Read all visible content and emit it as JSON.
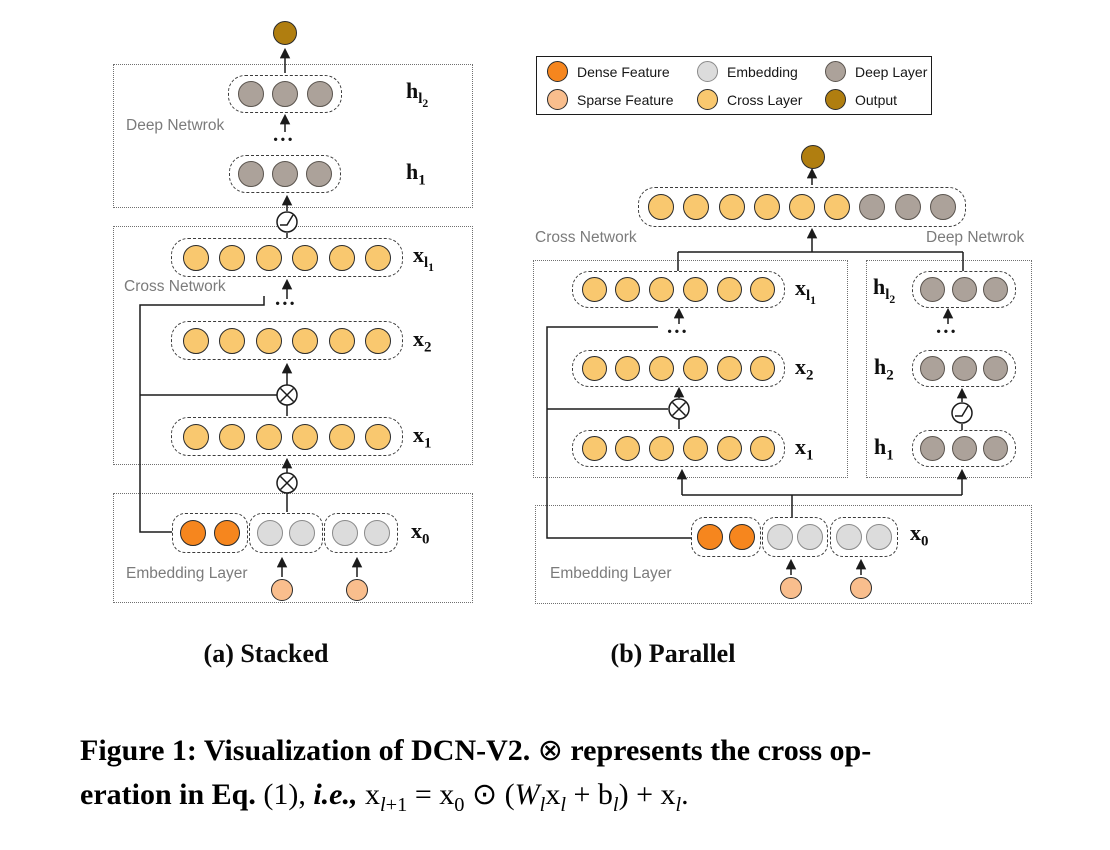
{
  "colors": {
    "dense": "#F6861E",
    "sparse": "#F9BE8D",
    "embedding": "#DCDCDC",
    "cross": "#F9C86F",
    "deep": "#ACA29A",
    "output": "#B07E10"
  },
  "legend": {
    "items": [
      {
        "label": "Dense Feature",
        "color": "dense"
      },
      {
        "label": "Embedding",
        "color": "embedding"
      },
      {
        "label": "Deep Layer",
        "color": "deep"
      },
      {
        "label": "Sparse Feature",
        "color": "sparse"
      },
      {
        "label": "Cross Layer",
        "color": "cross"
      },
      {
        "label": "Output",
        "color": "output"
      }
    ]
  },
  "panel_a": {
    "caption": "(a) Stacked",
    "deep_label": "Deep Netwrok",
    "cross_label": "Cross Network",
    "embed_label": "Embedding Layer",
    "dots": "...",
    "output_node": [
      "output"
    ],
    "rows": {
      "h_l2": {
        "label": {
          "base": "h",
          "sub": "l",
          "sub2": "2"
        },
        "nodes": [
          "deep",
          "deep",
          "deep"
        ]
      },
      "h_1": {
        "label": {
          "base": "h",
          "sub": "1"
        },
        "nodes": [
          "deep",
          "deep",
          "deep"
        ]
      },
      "x_l1": {
        "label": {
          "base": "x",
          "sub": "l",
          "sub2": "1"
        },
        "nodes": [
          "cross",
          "cross",
          "cross",
          "cross",
          "cross",
          "cross"
        ]
      },
      "x_2": {
        "label": {
          "base": "x",
          "sub": "2"
        },
        "nodes": [
          "cross",
          "cross",
          "cross",
          "cross",
          "cross",
          "cross"
        ]
      },
      "x_1": {
        "label": {
          "base": "x",
          "sub": "1"
        },
        "nodes": [
          "cross",
          "cross",
          "cross",
          "cross",
          "cross",
          "cross"
        ]
      },
      "x_0": {
        "label": {
          "base": "x",
          "sub": "0"
        },
        "groups": [
          [
            "dense",
            "dense"
          ],
          [
            "embedding",
            "embedding"
          ],
          [
            "embedding",
            "embedding"
          ]
        ]
      }
    },
    "sparse_nodes": [
      [
        "sparse"
      ],
      [
        "sparse"
      ]
    ]
  },
  "panel_b": {
    "caption": "(b) Parallel",
    "cross_label": "Cross Network",
    "deep_label": "Deep Netwrok",
    "embed_label": "Embedding Layer",
    "dots": "...",
    "output_node": [
      "output"
    ],
    "concat_row": [
      "cross",
      "cross",
      "cross",
      "cross",
      "cross",
      "cross",
      "deep",
      "deep",
      "deep"
    ],
    "rows": {
      "x_l1": {
        "label": {
          "base": "x",
          "sub": "l",
          "sub2": "1"
        },
        "nodes": [
          "cross",
          "cross",
          "cross",
          "cross",
          "cross",
          "cross"
        ]
      },
      "x_2": {
        "label": {
          "base": "x",
          "sub": "2"
        },
        "nodes": [
          "cross",
          "cross",
          "cross",
          "cross",
          "cross",
          "cross"
        ]
      },
      "x_1": {
        "label": {
          "base": "x",
          "sub": "1"
        },
        "nodes": [
          "cross",
          "cross",
          "cross",
          "cross",
          "cross",
          "cross"
        ]
      },
      "h_l2": {
        "label": {
          "base": "h",
          "sub": "l",
          "sub2": "2"
        },
        "nodes": [
          "deep",
          "deep",
          "deep"
        ]
      },
      "h_2": {
        "label": {
          "base": "h",
          "sub": "2"
        },
        "nodes": [
          "deep",
          "deep",
          "deep"
        ]
      },
      "h_1": {
        "label": {
          "base": "h",
          "sub": "1"
        },
        "nodes": [
          "deep",
          "deep",
          "deep"
        ]
      },
      "x_0": {
        "label": {
          "base": "x",
          "sub": "0"
        },
        "groups": [
          [
            "dense",
            "dense"
          ],
          [
            "embedding",
            "embedding"
          ],
          [
            "embedding",
            "embedding"
          ]
        ]
      }
    },
    "sparse_nodes": [
      [
        "sparse"
      ],
      [
        "sparse"
      ]
    ]
  },
  "figure_caption": {
    "line1": [
      {
        "style": "bold",
        "text": "Figure 1: Visualization of DCN-V2. "
      },
      {
        "style": "plain",
        "text": "⊗"
      },
      {
        "style": "bold",
        "text": " represents the cross op-"
      }
    ],
    "line2": [
      {
        "style": "bold",
        "text": "eration in Eq. "
      },
      {
        "style": "plain",
        "text": "(1), "
      },
      {
        "style": "bolditalic",
        "text": "i.e., "
      },
      {
        "style": "plain",
        "text": "x"
      },
      {
        "style": "isub",
        "text": "l"
      },
      {
        "style": "sub",
        "text": "+1"
      },
      {
        "style": "plain",
        "text": " = x"
      },
      {
        "style": "sub",
        "text": "0"
      },
      {
        "style": "plain",
        "text": " ⊙ ("
      },
      {
        "style": "italic",
        "text": "W"
      },
      {
        "style": "isub",
        "text": "l"
      },
      {
        "style": "plain",
        "text": "x"
      },
      {
        "style": "isub",
        "text": "l"
      },
      {
        "style": "plain",
        "text": " + b"
      },
      {
        "style": "isub",
        "text": "l"
      },
      {
        "style": "plain",
        "text": ") + x"
      },
      {
        "style": "isub",
        "text": "l"
      },
      {
        "style": "plain",
        "text": "."
      }
    ]
  }
}
